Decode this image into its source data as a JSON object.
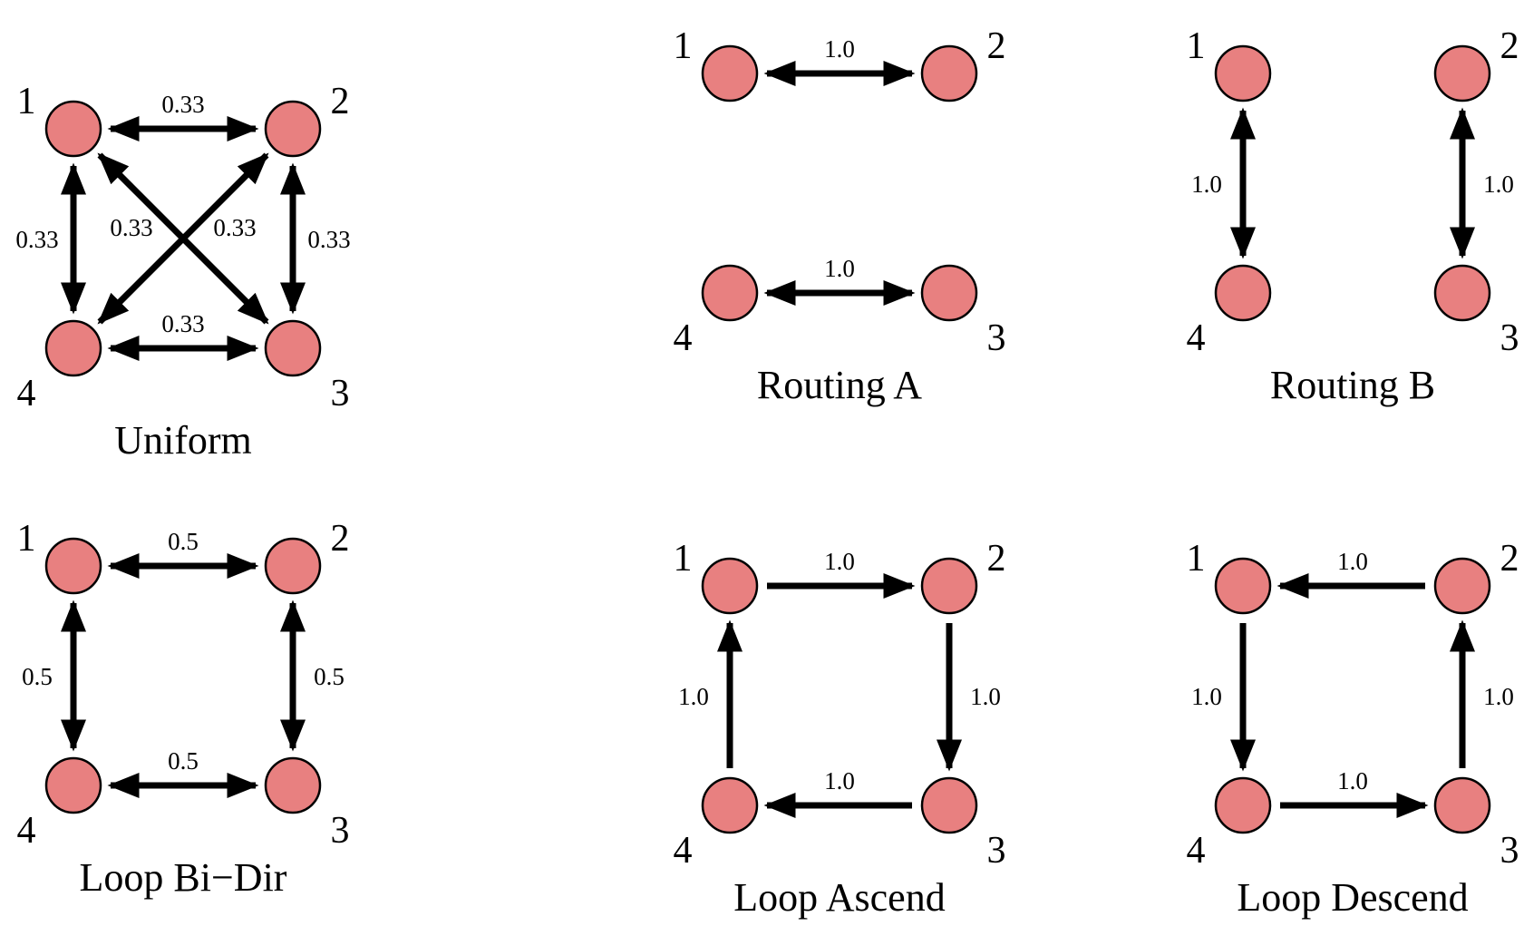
{
  "colors": {
    "node_fill": "#E88080",
    "node_stroke": "#000000",
    "edge": "#000000"
  },
  "panels": [
    {
      "id": "uniform",
      "title": "Uniform",
      "nodes": [
        "1",
        "2",
        "3",
        "4"
      ],
      "edges": [
        {
          "from": "1",
          "to": "2",
          "dir": "both",
          "weight": "0.33"
        },
        {
          "from": "1",
          "to": "4",
          "dir": "both",
          "weight": "0.33"
        },
        {
          "from": "2",
          "to": "3",
          "dir": "both",
          "weight": "0.33"
        },
        {
          "from": "4",
          "to": "3",
          "dir": "both",
          "weight": "0.33"
        },
        {
          "from": "1",
          "to": "3",
          "dir": "both",
          "weight": "0.33"
        },
        {
          "from": "2",
          "to": "4",
          "dir": "both",
          "weight": "0.33"
        }
      ]
    },
    {
      "id": "routing-a",
      "title": "Routing A",
      "nodes": [
        "1",
        "2",
        "3",
        "4"
      ],
      "edges": [
        {
          "from": "1",
          "to": "2",
          "dir": "both",
          "weight": "1.0"
        },
        {
          "from": "4",
          "to": "3",
          "dir": "both",
          "weight": "1.0"
        }
      ]
    },
    {
      "id": "routing-b",
      "title": "Routing B",
      "nodes": [
        "1",
        "2",
        "3",
        "4"
      ],
      "edges": [
        {
          "from": "1",
          "to": "4",
          "dir": "both",
          "weight": "1.0"
        },
        {
          "from": "2",
          "to": "3",
          "dir": "both",
          "weight": "1.0"
        }
      ]
    },
    {
      "id": "loop-bidir",
      "title": "Loop Bi−Dir",
      "nodes": [
        "1",
        "2",
        "3",
        "4"
      ],
      "edges": [
        {
          "from": "1",
          "to": "2",
          "dir": "both",
          "weight": "0.5"
        },
        {
          "from": "1",
          "to": "4",
          "dir": "both",
          "weight": "0.5"
        },
        {
          "from": "2",
          "to": "3",
          "dir": "both",
          "weight": "0.5"
        },
        {
          "from": "4",
          "to": "3",
          "dir": "both",
          "weight": "0.5"
        }
      ]
    },
    {
      "id": "loop-ascend",
      "title": "Loop Ascend",
      "nodes": [
        "1",
        "2",
        "3",
        "4"
      ],
      "edges": [
        {
          "from": "1",
          "to": "2",
          "dir": "forward",
          "weight": "1.0"
        },
        {
          "from": "2",
          "to": "3",
          "dir": "forward",
          "weight": "1.0"
        },
        {
          "from": "3",
          "to": "4",
          "dir": "forward",
          "weight": "1.0"
        },
        {
          "from": "4",
          "to": "1",
          "dir": "forward",
          "weight": "1.0"
        }
      ]
    },
    {
      "id": "loop-descend",
      "title": "Loop Descend",
      "nodes": [
        "1",
        "2",
        "3",
        "4"
      ],
      "edges": [
        {
          "from": "2",
          "to": "1",
          "dir": "forward",
          "weight": "1.0"
        },
        {
          "from": "1",
          "to": "4",
          "dir": "forward",
          "weight": "1.0"
        },
        {
          "from": "4",
          "to": "3",
          "dir": "forward",
          "weight": "1.0"
        },
        {
          "from": "3",
          "to": "2",
          "dir": "forward",
          "weight": "1.0"
        }
      ]
    }
  ]
}
